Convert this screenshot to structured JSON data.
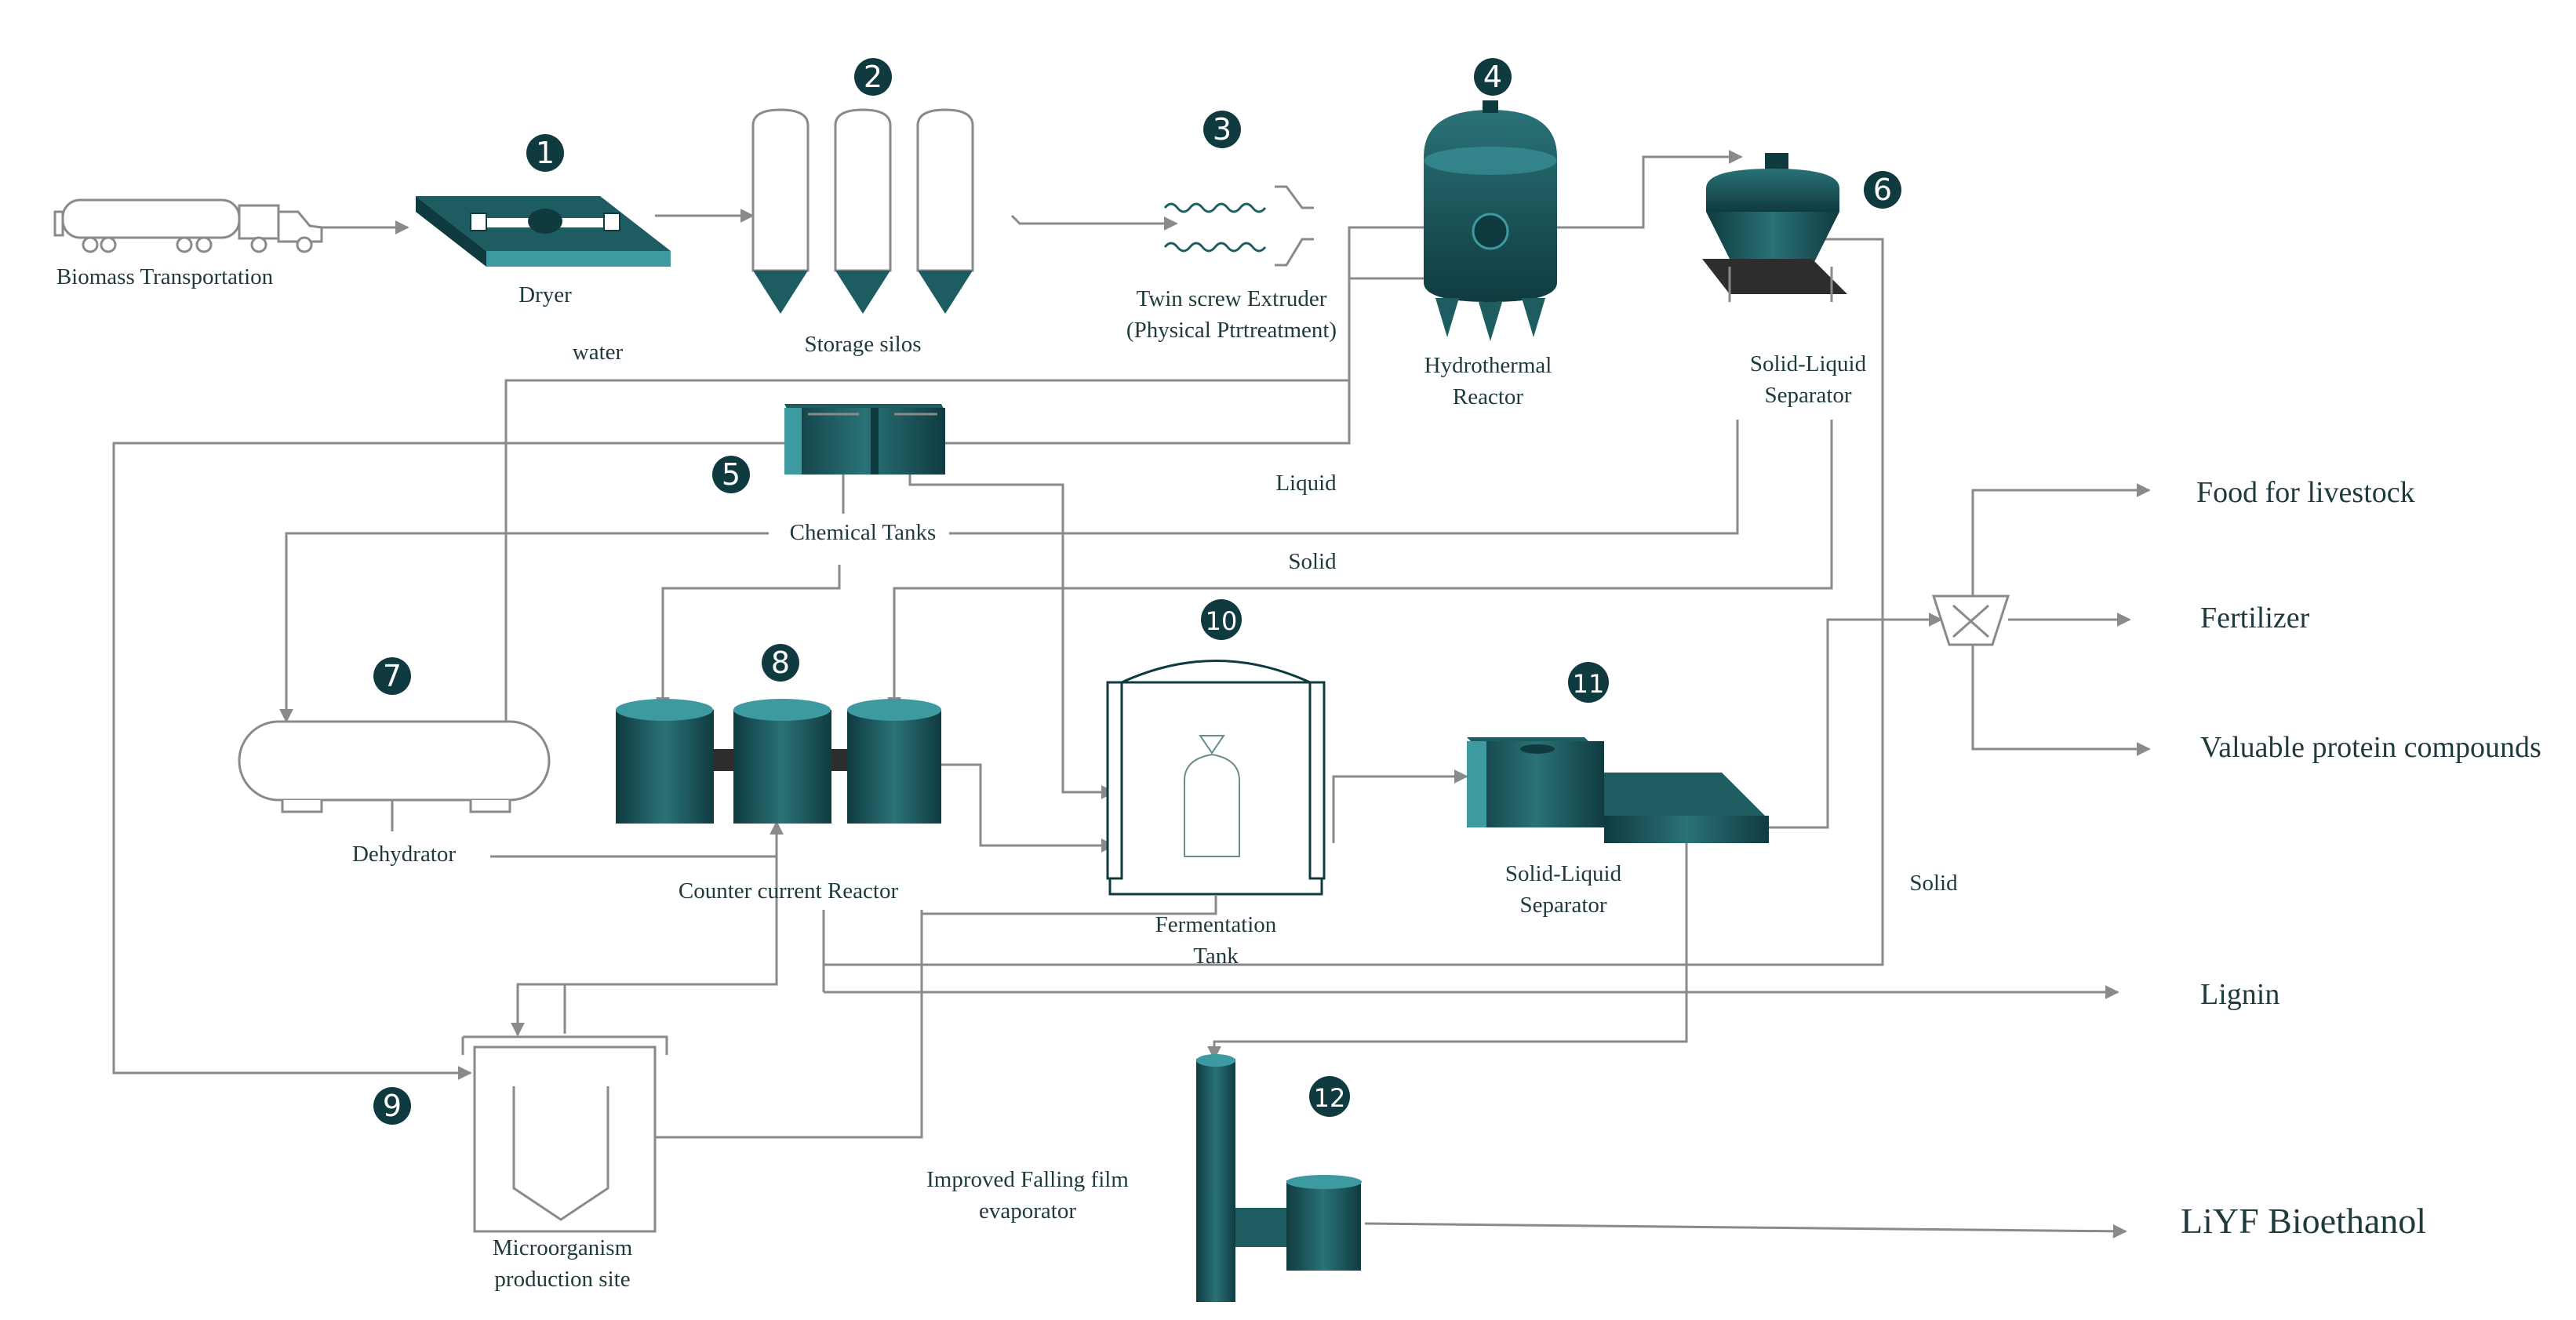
{
  "colors": {
    "teal": "#1d5d62",
    "teal_dark": "#0f3b40",
    "teal_light": "#3e9aa1",
    "line": "#8a8a8a",
    "text": "#1f3a3c"
  },
  "equipment": {
    "truck": {
      "label": "Biomass Transportation"
    },
    "dryer": {
      "number": "1",
      "label": "Dryer"
    },
    "silos": {
      "number": "2",
      "label": "Storage silos"
    },
    "extruder": {
      "number": "3",
      "label_line1": "Twin screw Extruder",
      "label_line2": "(Physical Ptrtreatment)"
    },
    "hydrothermal": {
      "number": "4",
      "label_line1": "Hydrothermal",
      "label_line2": "Reactor"
    },
    "chemical_tanks": {
      "number": "5",
      "label": "Chemical Tanks"
    },
    "sl_separator_1": {
      "number": "6",
      "label_line1": "Solid-Liquid",
      "label_line2": "Separator"
    },
    "dehydrator": {
      "number": "7",
      "label": "Dehydrator"
    },
    "counter_current": {
      "number": "8",
      "label": "Counter current Reactor"
    },
    "microorganism": {
      "number": "9",
      "label_line1": "Microorganism",
      "label_line2": "production site"
    },
    "fermentation": {
      "number": "10",
      "label_line1": "Fermentation",
      "label_line2": "Tank"
    },
    "sl_separator_2": {
      "number": "11",
      "label_line1": "Solid-Liquid",
      "label_line2": "Separator"
    },
    "evaporator": {
      "number": "12",
      "label_line1": "Improved Falling film",
      "label_line2": "evaporator"
    }
  },
  "flow_labels": {
    "water": "water",
    "liquid": "Liquid",
    "solid_upper": "Solid",
    "solid_lower": "Solid"
  },
  "products": {
    "food": "Food for livestock",
    "fertilizer": "Fertilizer",
    "protein": "Valuable protein compounds",
    "lignin": "Lignin",
    "bioethanol": "LiYF Bioethanol"
  },
  "icons": {
    "truck": "tanker-truck-icon",
    "splitter": "splitter-icon"
  }
}
